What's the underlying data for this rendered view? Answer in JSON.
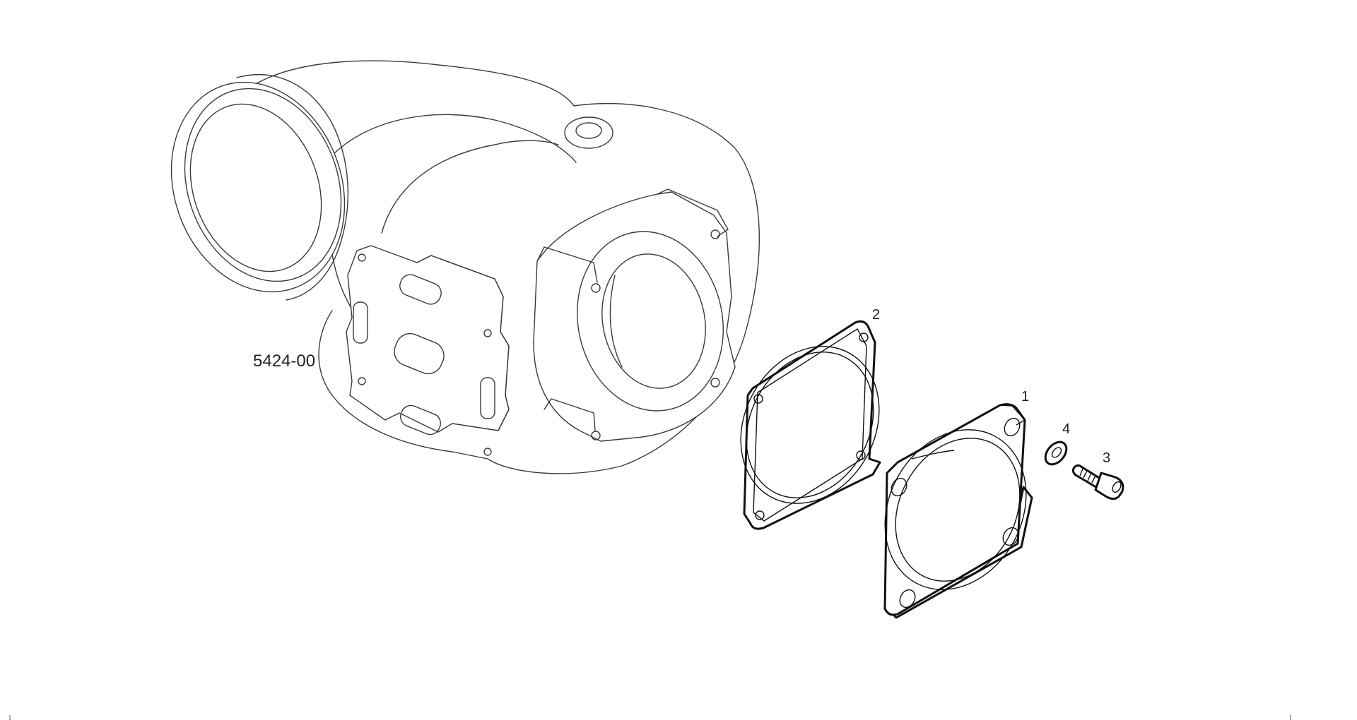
{
  "figure": {
    "reference_code": "5424-00",
    "callouts": [
      "2",
      "1",
      "4",
      "3"
    ]
  },
  "parts": [
    {
      "number": "1",
      "part": "flange"
    },
    {
      "number": "2",
      "part": "gasket"
    },
    {
      "number": "3",
      "part": "screw"
    },
    {
      "number": "4",
      "part": "washer"
    }
  ],
  "colors": {
    "background": "#ffffff",
    "line": "#111111",
    "ghost_line": "#3a3a3a"
  }
}
